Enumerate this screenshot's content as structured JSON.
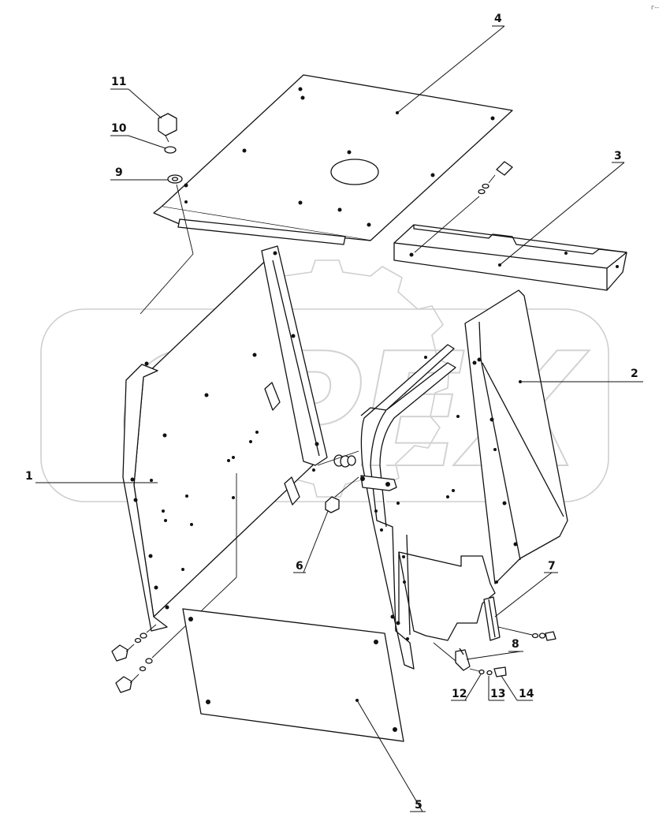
{
  "corner_mark": "г--",
  "watermark": {
    "text": "OPEX"
  },
  "callouts": [
    {
      "id": "1",
      "label": "1"
    },
    {
      "id": "2",
      "label": "2"
    },
    {
      "id": "3",
      "label": "3"
    },
    {
      "id": "4",
      "label": "4"
    },
    {
      "id": "5",
      "label": "5"
    },
    {
      "id": "6",
      "label": "6"
    },
    {
      "id": "7",
      "label": "7"
    },
    {
      "id": "8",
      "label": "8"
    },
    {
      "id": "9",
      "label": "9"
    },
    {
      "id": "10",
      "label": "10"
    },
    {
      "id": "11",
      "label": "11"
    },
    {
      "id": "12",
      "label": "12"
    },
    {
      "id": "13",
      "label": "13"
    },
    {
      "id": "14",
      "label": "14"
    }
  ]
}
